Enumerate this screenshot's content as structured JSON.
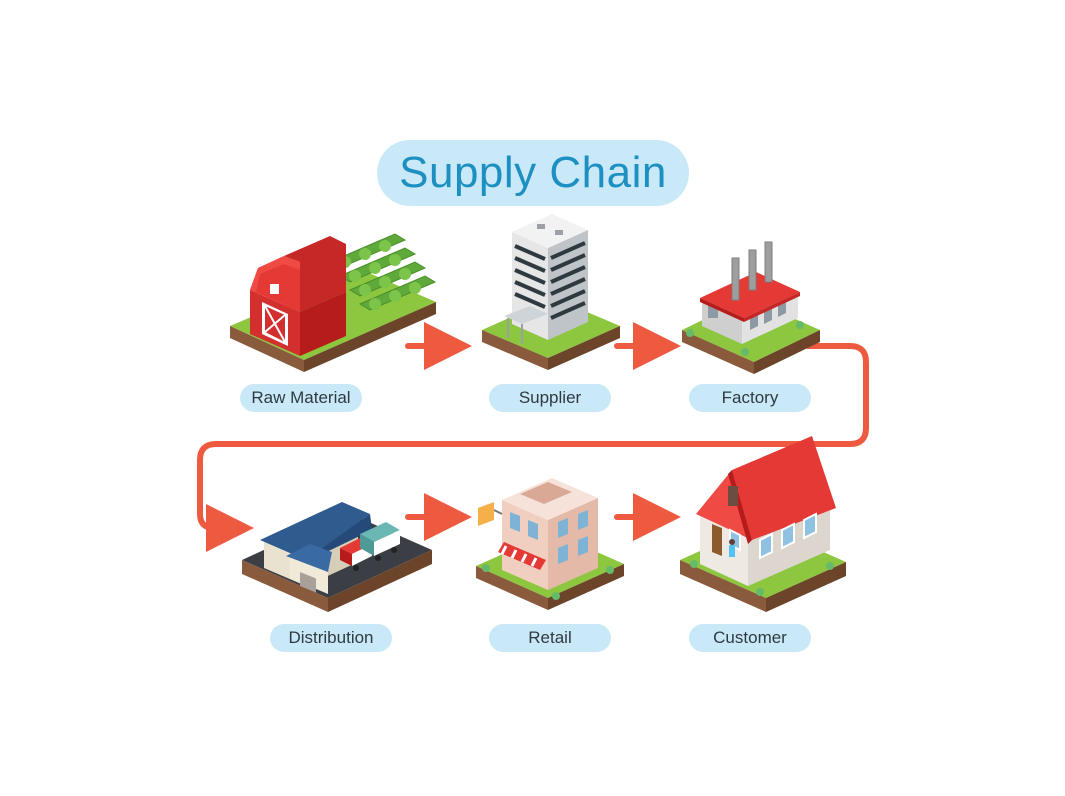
{
  "title": "Supply Chain",
  "stages": [
    {
      "label": "Raw Material",
      "icon": "barn-farm-icon"
    },
    {
      "label": "Supplier",
      "icon": "office-building-icon"
    },
    {
      "label": "Factory",
      "icon": "factory-icon"
    },
    {
      "label": "Distribution",
      "icon": "warehouse-trucks-icon"
    },
    {
      "label": "Retail",
      "icon": "retail-store-icon"
    },
    {
      "label": "Customer",
      "icon": "house-icon"
    }
  ],
  "colors": {
    "title_text": "#1d8fc0",
    "pill_bg": "#c9e9f9",
    "arrow": "#ee5a3f",
    "grass": "#8dc63f",
    "soil": "#8a5a3c",
    "roof_red": "#e53935"
  }
}
